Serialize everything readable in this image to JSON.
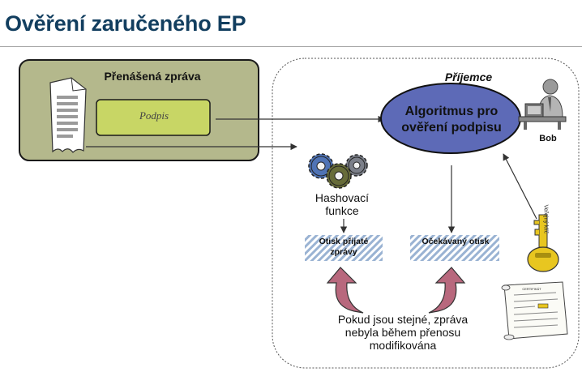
{
  "title": "Ověření zaručeného EP",
  "message_box": {
    "title": "Přenášená zpráva",
    "signature_label": "Podpis"
  },
  "receiver": {
    "title": "Příjemce",
    "algorithm_label": "Algoritmus pro ověření podpisu",
    "person_label": "Bob"
  },
  "hash": {
    "label": "Hashovací funkce"
  },
  "digests": {
    "received": "Otisk přijaté zprávy",
    "expected": "Očekávaný otisk"
  },
  "public_key": {
    "label": "Veřejný klíč"
  },
  "conclusion": "Pokud jsou stejné, zpráva nebyla během přenosu modifikována",
  "certificate": {
    "caption": "CERTIFIKÁT"
  },
  "colors": {
    "title": "#123e5f",
    "message_box_fill": "#b4b88c",
    "signature_fill": "#c8d665",
    "algorithm_fill": "#5d6ab7",
    "digest_hatch": "#9ab3d3",
    "arrow_pink": "#b8687d",
    "key_yellow": "#e8c620",
    "gear_blue": "#4f73b5",
    "gear_olive": "#676c39",
    "gear_gray": "#7b7f89"
  }
}
